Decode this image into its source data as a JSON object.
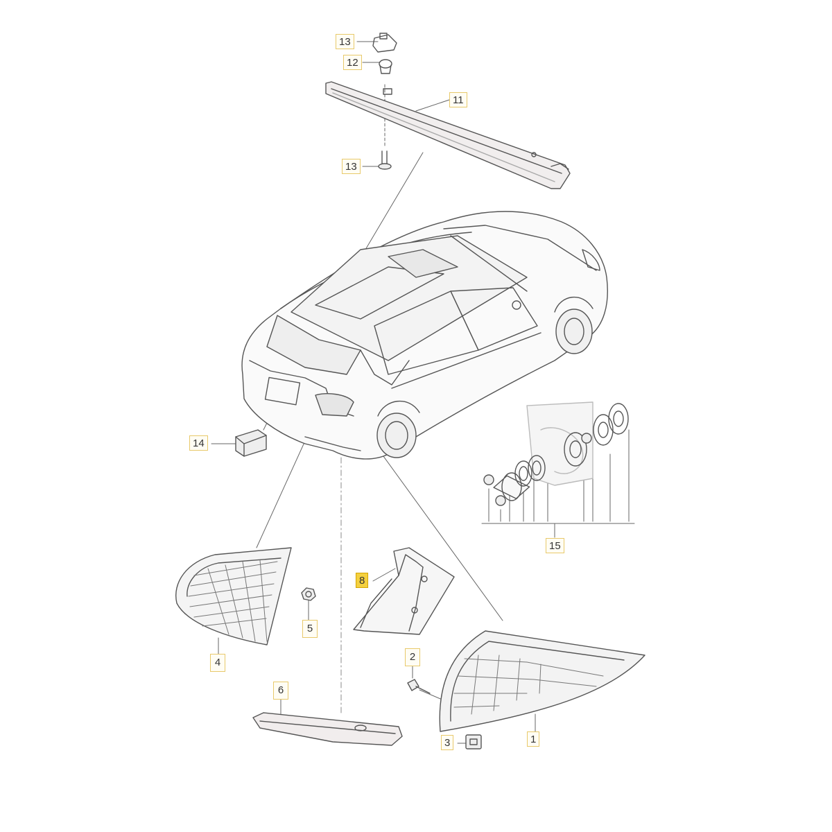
{
  "diagram": {
    "accent_color": "#e8c96a",
    "highlight_color": "#f4d03f",
    "callouts": [
      {
        "id": "c13a",
        "label": "13",
        "part": "clip"
      },
      {
        "id": "c12",
        "label": "12",
        "part": "grommet"
      },
      {
        "id": "c11",
        "label": "11",
        "part": "third-brake-light"
      },
      {
        "id": "c13b",
        "label": "13",
        "part": "screw"
      },
      {
        "id": "c14",
        "label": "14",
        "part": "license-plate-light"
      },
      {
        "id": "c15",
        "label": "15",
        "part": "gasket-and-bolt-set"
      },
      {
        "id": "c8",
        "label": "8",
        "part": "trim-bracket",
        "highlighted": true
      },
      {
        "id": "c5",
        "label": "5",
        "part": "nut"
      },
      {
        "id": "c4",
        "label": "4",
        "part": "tail-light-outer"
      },
      {
        "id": "c6",
        "label": "6",
        "part": "rear-reflector"
      },
      {
        "id": "c2",
        "label": "2",
        "part": "screw"
      },
      {
        "id": "c3",
        "label": "3",
        "part": "clip"
      },
      {
        "id": "c1",
        "label": "1",
        "part": "tail-light-inner"
      }
    ]
  }
}
